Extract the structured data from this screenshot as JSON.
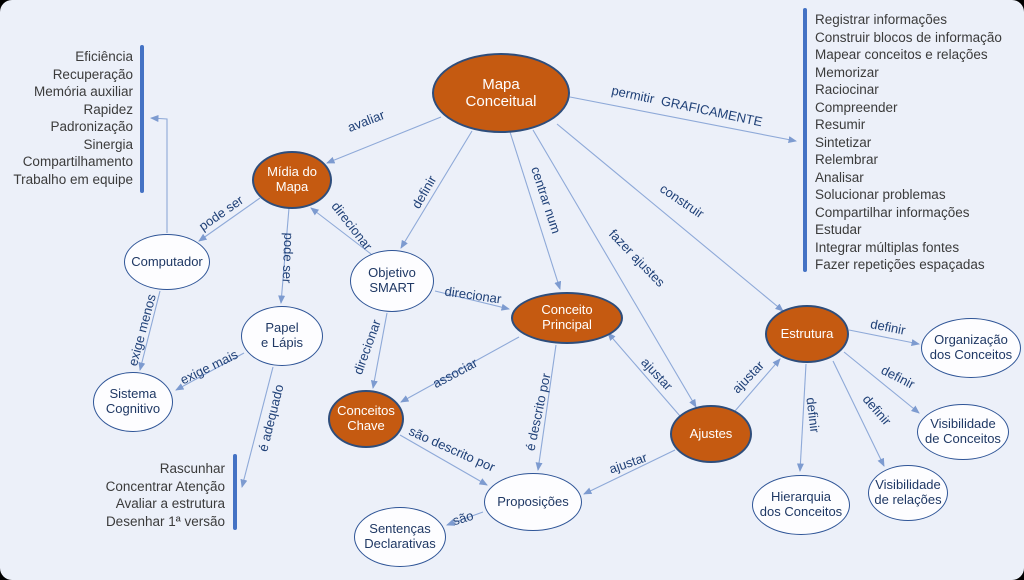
{
  "title": "Mapa Conceitual",
  "colors": {
    "background": "#ECF0F9",
    "node_orange": "#C55A11",
    "node_border_dark": "#2E4D7B",
    "white_node_border": "#2F5597",
    "connector": "#8FAADC",
    "bracket_bar": "#4472C4",
    "edge_label_text": "#1F4077",
    "list_text": "#3B3B3B"
  },
  "nodes": {
    "mapa_conceitual": "Mapa\nConceitual",
    "midia_do_mapa": "Mídia do\nMapa",
    "objetivo_smart": "Objetivo\nSMART",
    "conceito_principal": "Conceito\nPrincipal",
    "conceitos_chave": "Conceitos\nChave",
    "computador": "Computador",
    "papel_e_lapis": "Papel\ne Lápis",
    "sistema_cognitivo": "Sistema\nCognitivo",
    "proposicoes": "Proposições",
    "sentencas_declarativas": "Sentenças\nDeclarativas",
    "ajustes": "Ajustes",
    "estrutura": "Estrutura",
    "organizacao_dos_conceitos": "Organização\ndos Conceitos",
    "visibilidade_de_conceitos": "Visibilidade\nde Conceitos",
    "visibilidade_de_relacoes": "Visibilidade\nde relações",
    "hierarquia_dos_conceitos": "Hierarquia\ndos Conceitos"
  },
  "edge_labels": {
    "avaliar": "avaliar",
    "definir_objetivo": "definir",
    "centrar_num": "centrar num",
    "fazer_ajustes": "fazer ajustes",
    "construir": "construir",
    "permitir_graficamente": "permitir  GRAFICAMENTE",
    "pode_ser_computador": "pode ser",
    "pode_ser_papel": "pode ser",
    "direcionar_midia": "direcionar",
    "direcionar_conceito_principal": "direcionar",
    "direcionar_conceitos_chave": "direcionar",
    "associar": "associar",
    "sao_descrito_por": "são descrito por",
    "e_descrito_por": "é descrito por",
    "sao": "são",
    "ajustar_conceito_principal": "ajustar",
    "ajustar_estrutura": "ajustar",
    "ajustar_proposicoes": "ajustar",
    "definir_organizacao": "definir",
    "definir_visibilidade_conceitos": "definir",
    "definir_visibilidade_relacoes": "definir",
    "definir_hierarquia": "definir",
    "exige_menos": "exige menos",
    "exige_mais": "exige mais",
    "e_adequado": "é adequado"
  },
  "lists": {
    "benefits": {
      "items": [
        "Eficiência",
        "Recuperação",
        "Memória auxiliar",
        "Rapidez",
        "Padronização",
        "Sinergia",
        "Compartilhamento",
        "Trabalho em equipe"
      ]
    },
    "capabilities": {
      "items": [
        "Registrar informações",
        "Construir blocos de informação",
        "Mapear conceitos e relações",
        "Memorizar",
        "Raciocinar",
        "Compreender",
        "Resumir",
        "Sintetizar",
        "Relembrar",
        "Analisar",
        "Solucionar problemas",
        "Compartilhar informações",
        "Estudar",
        "Integrar múltiplas fontes",
        "Fazer repetições espaçadas"
      ]
    },
    "draft_steps": {
      "items": [
        "Rascunhar",
        "Concentrar Atenção",
        "Avaliar a estrutura",
        "Desenhar 1ª versão"
      ]
    }
  }
}
